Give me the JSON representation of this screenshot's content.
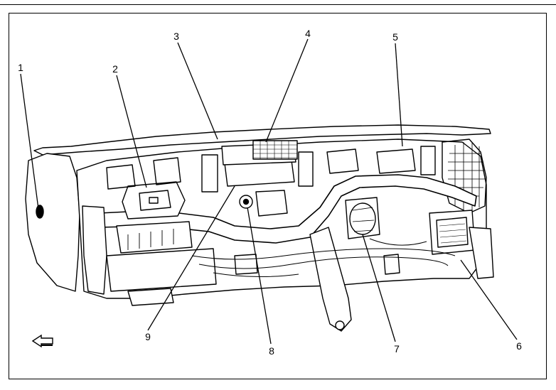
{
  "callouts": [
    {
      "id": "1",
      "label": "1"
    },
    {
      "id": "2",
      "label": "2"
    },
    {
      "id": "3",
      "label": "3"
    },
    {
      "id": "4",
      "label": "4"
    },
    {
      "id": "5",
      "label": "5"
    },
    {
      "id": "6",
      "label": "6"
    },
    {
      "id": "7",
      "label": "7"
    },
    {
      "id": "8",
      "label": "8"
    },
    {
      "id": "9",
      "label": "9"
    }
  ],
  "icons": {
    "front_arrow": "arrow-left-icon"
  },
  "colors": {
    "ink": "#000000",
    "paper": "#ffffff",
    "shade": "#d9d9d9"
  }
}
